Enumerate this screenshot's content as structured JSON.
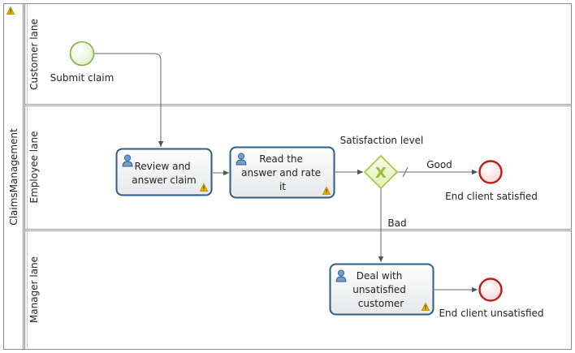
{
  "pool": {
    "name": "ClaimsManagement",
    "lanes": [
      {
        "name": "Customer lane"
      },
      {
        "name": "Employee lane"
      },
      {
        "name": "Manager lane"
      }
    ]
  },
  "events": {
    "start": {
      "label": "Submit claim"
    },
    "end_satisfied": {
      "label": "End client satisfied"
    },
    "end_unsatisfied": {
      "label": "End client unsatisfied"
    }
  },
  "tasks": {
    "review": {
      "lines": [
        "Review and",
        "answer claim"
      ]
    },
    "rate": {
      "lines": [
        "Read the",
        "answer and rate",
        "it"
      ]
    },
    "deal": {
      "lines": [
        "Deal with",
        "unsatisfied",
        "customer"
      ]
    }
  },
  "gateway": {
    "label": "Satisfaction level",
    "symbol": "X"
  },
  "flows": {
    "good": {
      "label": "Good"
    },
    "bad": {
      "label": "Bad"
    }
  },
  "colors": {
    "start": "#7cb342",
    "end": "#b71c1c",
    "task_border": "#2c5c8a",
    "gateway": "#a6c94a",
    "warning": "#f2b400"
  }
}
